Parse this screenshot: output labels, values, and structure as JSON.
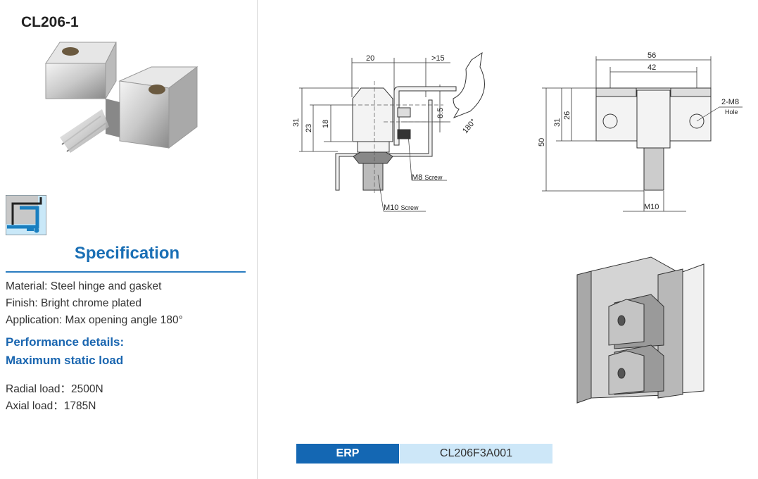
{
  "product": {
    "title": "CL206-1"
  },
  "specification": {
    "heading": "Specification",
    "lines": [
      "Material: Steel hinge and gasket",
      "Finish: Bright chrome plated",
      "Application: Max opening angle 180°"
    ],
    "performance_heading": "Performance details:",
    "load_heading": "Maximum static load",
    "loads": [
      "Radial load：2500N",
      "Axial load：1785N"
    ]
  },
  "drawing_side": {
    "dim_width": "20",
    "dim_clearance": ">15",
    "dim_31": "31",
    "dim_23": "23",
    "dim_18": "18",
    "dim_8_5": "8.5",
    "angle": "180°",
    "m8_label": "M8",
    "m8_suffix": "Screw",
    "m10_label": "M10",
    "m10_suffix": "Screw"
  },
  "drawing_front": {
    "dim_56": "56",
    "dim_42": "42",
    "dim_50": "50",
    "dim_31": "31",
    "dim_26": "26",
    "hole_label": "2-M8",
    "hole_suffix": "Hole",
    "m10": "M10"
  },
  "erp": {
    "label": "ERP",
    "value": "CL206F3A001"
  },
  "colors": {
    "accent": "#1a6fb5",
    "erp_bg": "#1467b3",
    "erp_value_bg": "#cde7f8"
  }
}
